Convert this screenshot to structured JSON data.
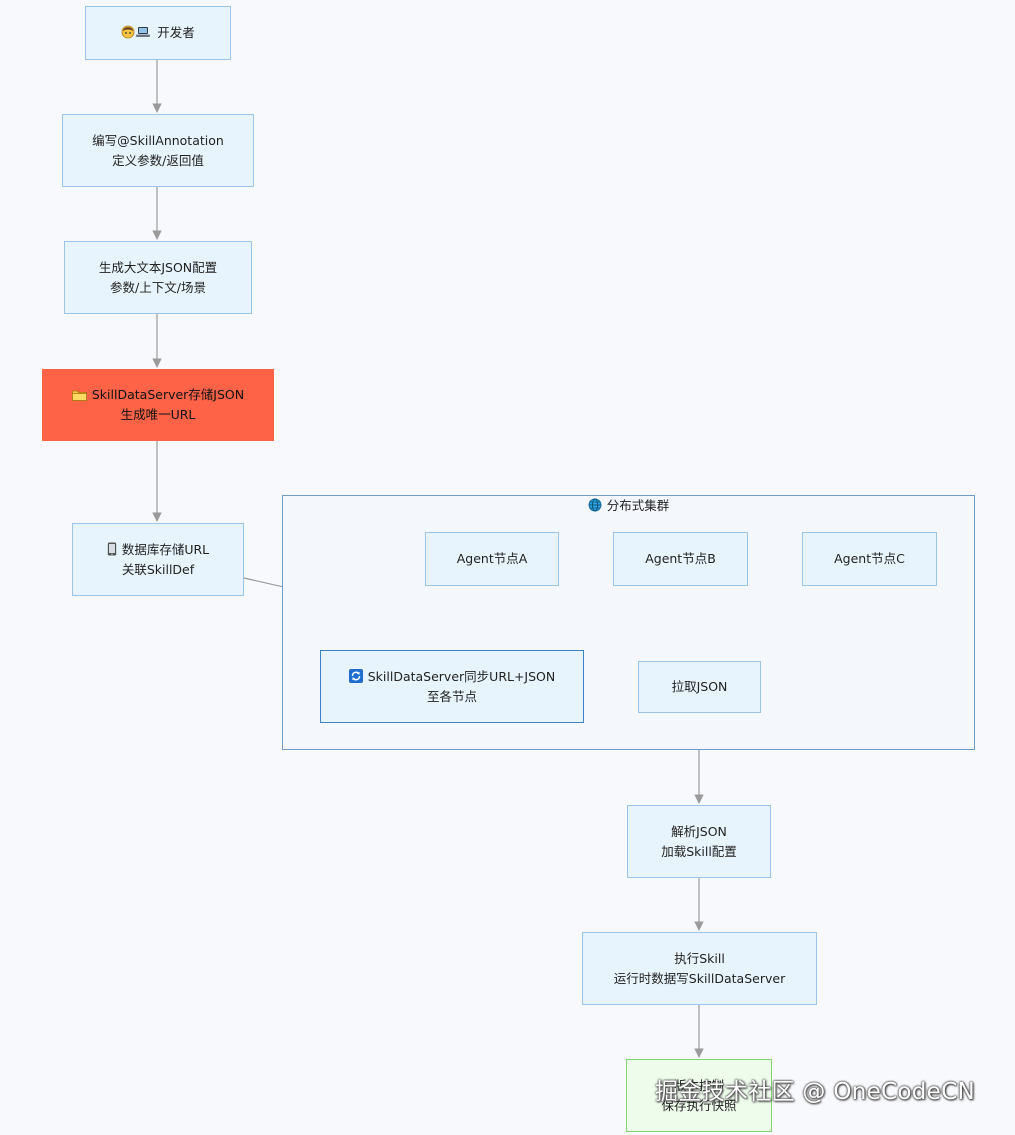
{
  "nodes": {
    "developer": {
      "icon": "developer-laptop-icon",
      "lines": [
        "开发者"
      ]
    },
    "annotation": {
      "lines": [
        "编写@SkillAnnotation",
        "定义参数/返回值"
      ]
    },
    "json_config": {
      "lines": [
        "生成大文本JSON配置",
        "参数/上下文/场景"
      ]
    },
    "store_json": {
      "icon": "folder-icon",
      "lines": [
        "SkillDataServer存储JSON",
        "生成唯一URL"
      ]
    },
    "db_store": {
      "icon": "mobile-device-icon",
      "lines": [
        "数据库存储URL",
        "关联SkillDef"
      ]
    },
    "sync": {
      "icon": "sync-arrows-icon",
      "lines": [
        "SkillDataServer同步URL+JSON",
        "至各节点"
      ]
    },
    "agent_a": {
      "lines": [
        "Agent节点A"
      ]
    },
    "agent_b": {
      "lines": [
        "Agent节点B"
      ]
    },
    "agent_c": {
      "lines": [
        "Agent节点C"
      ]
    },
    "pull": {
      "lines": [
        "拉取JSON"
      ]
    },
    "parse": {
      "lines": [
        "解析JSON",
        "加载Skill配置"
      ]
    },
    "execute": {
      "lines": [
        "执行Skill",
        "运行时数据写SkillDataServer"
      ]
    },
    "snapshot": {
      "lines": [
        "版本控制",
        "保存执行快照"
      ]
    }
  },
  "cluster": {
    "icon": "globe-icon",
    "title": "分布式集群"
  },
  "watermark": "掘金技术社区 @ OneCodeCN",
  "colors": {
    "node_fill": "#e8f4fd",
    "node_border": "#9cc4e8",
    "highlight_fill": "#ff6347",
    "success_fill": "#eefcec",
    "success_border": "#7fd66f",
    "edge": "#9a9a9a",
    "background": "#f8f9fc"
  }
}
